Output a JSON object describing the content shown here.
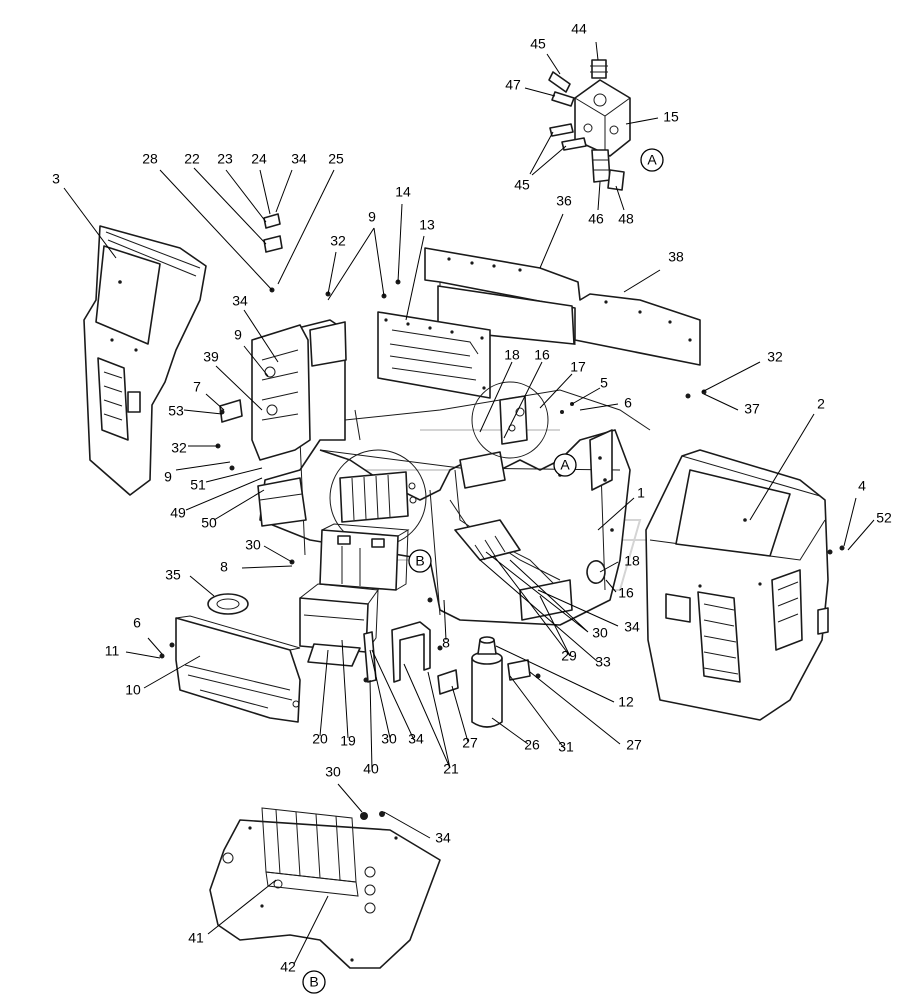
{
  "callouts": [
    {
      "id": "44",
      "text": "44"
    },
    {
      "id": "45a",
      "text": "45"
    },
    {
      "id": "47",
      "text": "47"
    },
    {
      "id": "15",
      "text": "15"
    },
    {
      "id": "45b",
      "text": "45"
    },
    {
      "id": "46",
      "text": "46"
    },
    {
      "id": "48",
      "text": "48"
    },
    {
      "id": "36",
      "text": "36"
    },
    {
      "id": "38",
      "text": "38"
    },
    {
      "id": "3",
      "text": "3"
    },
    {
      "id": "28",
      "text": "28"
    },
    {
      "id": "22",
      "text": "22"
    },
    {
      "id": "23",
      "text": "23"
    },
    {
      "id": "24",
      "text": "24"
    },
    {
      "id": "34a",
      "text": "34"
    },
    {
      "id": "25",
      "text": "25"
    },
    {
      "id": "14",
      "text": "14"
    },
    {
      "id": "13",
      "text": "13"
    },
    {
      "id": "9a",
      "text": "9"
    },
    {
      "id": "32a",
      "text": "32"
    },
    {
      "id": "34b",
      "text": "34"
    },
    {
      "id": "9b",
      "text": "9"
    },
    {
      "id": "39",
      "text": "39"
    },
    {
      "id": "7",
      "text": "7"
    },
    {
      "id": "53",
      "text": "53"
    },
    {
      "id": "32b",
      "text": "32"
    },
    {
      "id": "9c",
      "text": "9"
    },
    {
      "id": "51",
      "text": "51"
    },
    {
      "id": "49",
      "text": "49"
    },
    {
      "id": "50",
      "text": "50"
    },
    {
      "id": "18a",
      "text": "18"
    },
    {
      "id": "16a",
      "text": "16"
    },
    {
      "id": "17",
      "text": "17"
    },
    {
      "id": "5",
      "text": "5"
    },
    {
      "id": "6a",
      "text": "6"
    },
    {
      "id": "32c",
      "text": "32"
    },
    {
      "id": "37",
      "text": "37"
    },
    {
      "id": "2",
      "text": "2"
    },
    {
      "id": "4",
      "text": "4"
    },
    {
      "id": "52",
      "text": "52"
    },
    {
      "id": "1",
      "text": "1"
    },
    {
      "id": "30a",
      "text": "30"
    },
    {
      "id": "8a",
      "text": "8"
    },
    {
      "id": "35",
      "text": "35"
    },
    {
      "id": "18b",
      "text": "18"
    },
    {
      "id": "16b",
      "text": "16"
    },
    {
      "id": "30b",
      "text": "30"
    },
    {
      "id": "34c",
      "text": "34"
    },
    {
      "id": "29",
      "text": "29"
    },
    {
      "id": "33",
      "text": "33"
    },
    {
      "id": "8b",
      "text": "8"
    },
    {
      "id": "6b",
      "text": "6"
    },
    {
      "id": "11",
      "text": "11"
    },
    {
      "id": "10",
      "text": "10"
    },
    {
      "id": "12",
      "text": "12"
    },
    {
      "id": "20",
      "text": "20"
    },
    {
      "id": "19",
      "text": "19"
    },
    {
      "id": "30c",
      "text": "30"
    },
    {
      "id": "34d",
      "text": "34"
    },
    {
      "id": "27a",
      "text": "27"
    },
    {
      "id": "26",
      "text": "26"
    },
    {
      "id": "31",
      "text": "31"
    },
    {
      "id": "27b",
      "text": "27"
    },
    {
      "id": "40",
      "text": "40"
    },
    {
      "id": "21",
      "text": "21"
    },
    {
      "id": "30d",
      "text": "30"
    },
    {
      "id": "34e",
      "text": "34"
    },
    {
      "id": "41",
      "text": "41"
    },
    {
      "id": "42",
      "text": "42"
    }
  ],
  "detail_refs": [
    {
      "id": "A1",
      "text": "A"
    },
    {
      "id": "A2",
      "text": "A"
    },
    {
      "id": "B1",
      "text": "B"
    },
    {
      "id": "B2",
      "text": "B"
    }
  ]
}
